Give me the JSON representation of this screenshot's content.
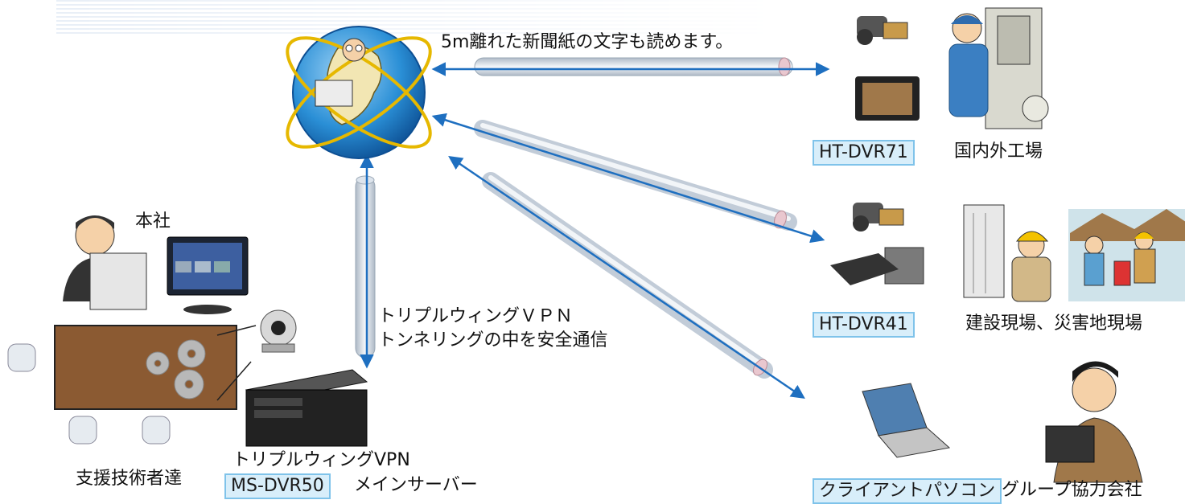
{
  "top_caption": "5m離れた新聞紙の文字も読めます。",
  "hq_label": "本社",
  "vpn_caption": [
    "トリプルウィングＶＰＮ",
    "トンネリングの中を安全通信"
  ],
  "staff_label": "支援技術者達",
  "server": {
    "line1": "トリプルウィングVPN",
    "model": "MS-DVR50",
    "role": "メインサーバー"
  },
  "sites": [
    {
      "model": "HT-DVR71",
      "label": "国内外工場"
    },
    {
      "model": "HT-DVR41",
      "label": "建設現場、災害地現場"
    },
    {
      "model": "クライアントパソコン",
      "label": "グループ協力会社"
    }
  ],
  "colors": {
    "tag_fill": "#d8eefa",
    "tag_border": "#7fc3ea",
    "arrow": "#1e6fc0",
    "tube": "#c9d4e0",
    "table": "#8b5a32",
    "globe": "#2a8fd6"
  }
}
